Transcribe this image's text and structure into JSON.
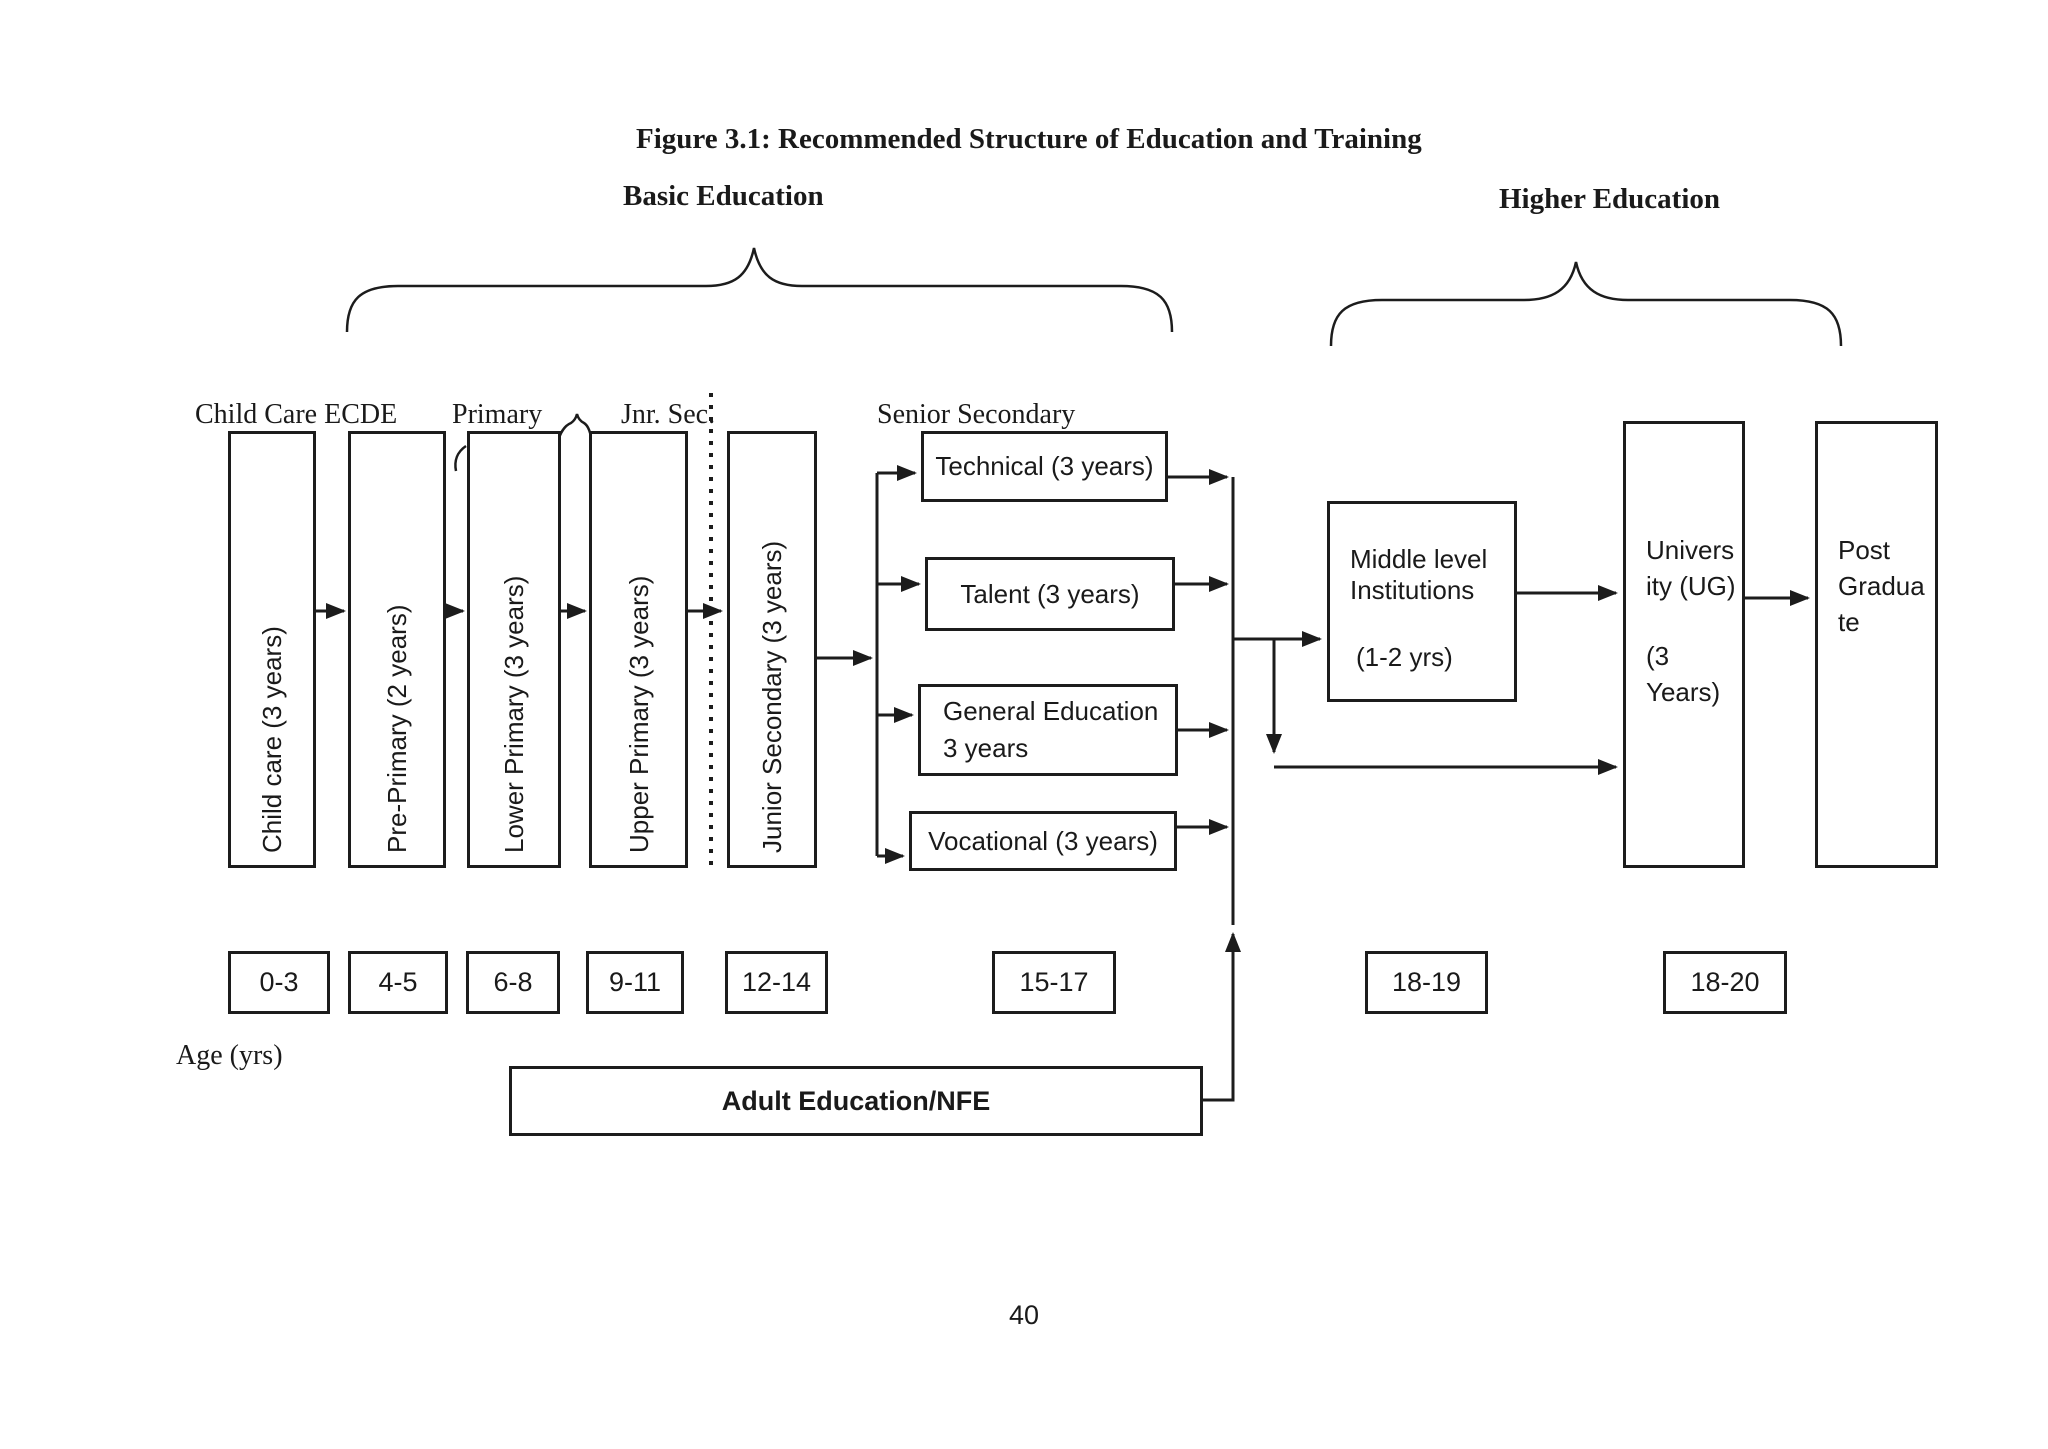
{
  "colors": {
    "ink": "#1c1c1c",
    "paper": "#ffffff"
  },
  "figure": {
    "title": "Figure 3.1: Recommended Structure of Education and Training",
    "page_number": "40"
  },
  "section_labels": {
    "basic": "Basic Education",
    "higher": "Higher Education"
  },
  "column_headers": {
    "child_care_ecde": "Child Care ECDE",
    "primary": "Primary",
    "jnr_sec": "Jnr. Sec.",
    "senior_secondary": "Senior Secondary"
  },
  "levels": [
    {
      "label": "Child care (3 years)"
    },
    {
      "label": "Pre-Primary (2 years)"
    },
    {
      "label": "Lower Primary (3 years)"
    },
    {
      "label": "Upper Primary (3 years)"
    },
    {
      "label": "Junior Secondary (3 years)"
    }
  ],
  "senior_tracks": {
    "technical": "Technical (3 years)",
    "talent": "Talent (3 years)",
    "general_lines": [
      "General Education",
      "3 years"
    ],
    "vocational": "Vocational (3 years)"
  },
  "middle_level": {
    "line1": "Middle level",
    "line2": "Institutions",
    "duration": "(1-2 yrs)"
  },
  "university": {
    "line1": "Univers",
    "line2": "ity (UG)",
    "dur1": "(3",
    "dur2": "Years)"
  },
  "post_graduate": {
    "line1": "Post",
    "line2": "Gradua",
    "line3": "te"
  },
  "adult_education": {
    "label": "Adult Education/NFE"
  },
  "age_axis": {
    "label": "Age (yrs)",
    "ages": [
      "0-3",
      "4-5",
      "6-8",
      "9-11",
      "12-14",
      "15-17",
      "18-19",
      "18-20"
    ]
  }
}
